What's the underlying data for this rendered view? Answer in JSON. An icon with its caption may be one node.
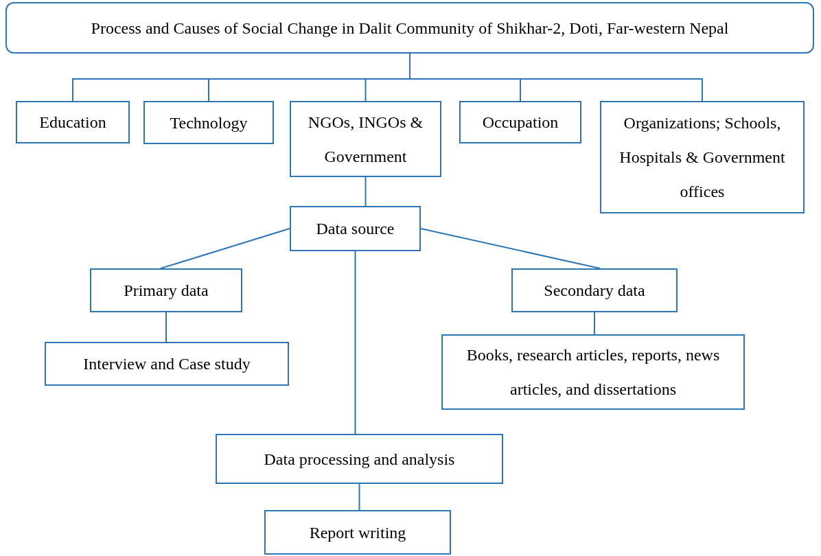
{
  "diagram": {
    "nodes": [
      {
        "text": [
          "Process and Causes of Social Change in Dalit Community of Shikhar-2, Doti, Far-western Nepal"
        ]
      },
      {
        "text": [
          "Education"
        ]
      },
      {
        "text": [
          "Technology"
        ]
      },
      {
        "text": [
          "NGOs, INGOs & Government"
        ]
      },
      {
        "text": [
          "Occupation"
        ]
      },
      {
        "text": [
          "Organizations; Schools, Hospitals & Government offices"
        ]
      },
      {
        "text": [
          "Data source"
        ]
      },
      {
        "text": [
          "Primary data"
        ]
      },
      {
        "text": [
          "Interview and Case study"
        ]
      },
      {
        "text": [
          "Secondary data"
        ]
      },
      {
        "text": [
          "Books, research articles, reports, news articles, and dissertations"
        ]
      },
      {
        "text": [
          "Data processing and analysis"
        ]
      },
      {
        "text": [
          "Report writing"
        ]
      }
    ],
    "edges": [
      {
        "from": 0,
        "to": 1,
        "arrow": "none"
      },
      {
        "from": 0,
        "to": 2,
        "arrow": "none"
      },
      {
        "from": 0,
        "to": 3,
        "arrow": "none"
      },
      {
        "from": 0,
        "to": 4,
        "arrow": "none"
      },
      {
        "from": 0,
        "to": 5,
        "arrow": "none"
      },
      {
        "from": 3,
        "to": 6,
        "arrow": "none"
      },
      {
        "from": 6,
        "to": 7,
        "arrow": "none"
      },
      {
        "from": 6,
        "to": 9,
        "arrow": "none"
      },
      {
        "from": 7,
        "to": 8,
        "arrow": "none"
      },
      {
        "from": 9,
        "to": 10,
        "arrow": "none"
      },
      {
        "from": 6,
        "to": 11,
        "arrow": "none"
      },
      {
        "from": 11,
        "to": 12,
        "arrow": "none"
      }
    ]
  }
}
